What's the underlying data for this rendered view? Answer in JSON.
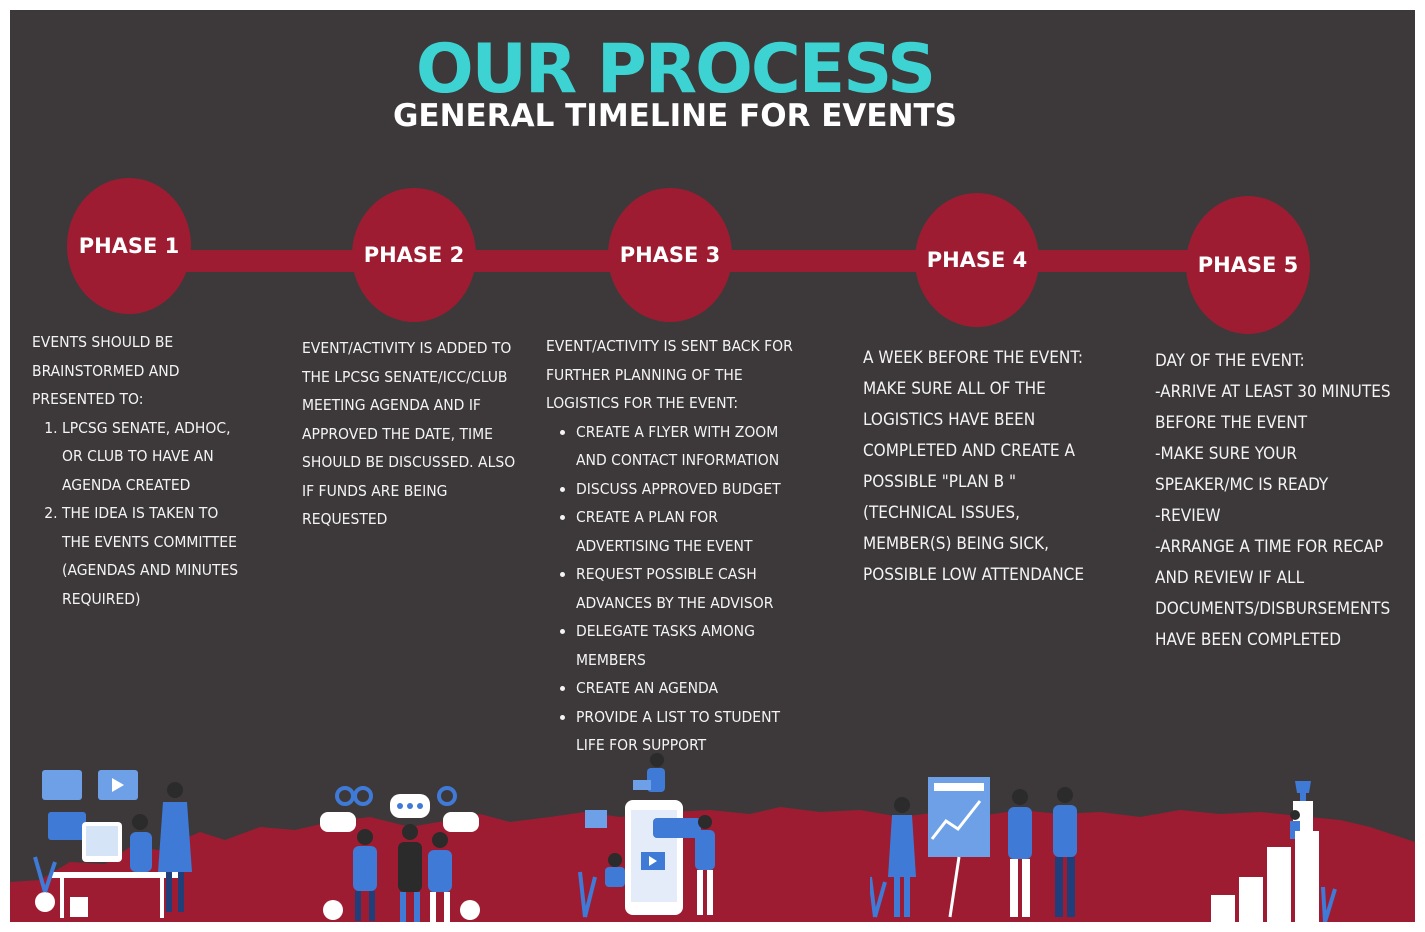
{
  "header": {
    "title": "OUR PROCESS",
    "subtitle": "GENERAL TIMELINE FOR EVENTS"
  },
  "phases": [
    {
      "label": "PHASE 1",
      "intro": "EVENTS SHOULD BE BRAINSTORMED AND PRESENTED TO:",
      "items": [
        "LPCSG SENATE, ADHOC, OR CLUB TO HAVE AN AGENDA CREATED",
        "THE IDEA IS TAKEN TO THE EVENTS COMMITTEE (AGENDAS AND MINUTES REQUIRED)"
      ]
    },
    {
      "label": "PHASE 2",
      "text": "EVENT/ACTIVITY IS ADDED TO THE LPCSG SENATE/ICC/CLUB MEETING AGENDA AND IF APPROVED THE DATE, TIME SHOULD BE DISCUSSED. ALSO IF FUNDS ARE BEING REQUESTED"
    },
    {
      "label": "PHASE 3",
      "intro": "EVENT/ACTIVITY IS SENT BACK FOR FURTHER PLANNING OF THE LOGISTICS FOR THE EVENT:",
      "items": [
        "CREATE A FLYER WITH ZOOM AND CONTACT INFORMATION",
        "DISCUSS APPROVED BUDGET",
        "CREATE A PLAN FOR ADVERTISING THE EVENT",
        "REQUEST POSSIBLE CASH ADVANCES BY THE ADVISOR",
        "DELEGATE TASKS AMONG MEMBERS",
        "CREATE AN AGENDA",
        "PROVIDE A LIST TO  STUDENT LIFE FOR SUPPORT"
      ]
    },
    {
      "label": "PHASE 4",
      "text": "A WEEK BEFORE THE EVENT: MAKE SURE ALL OF THE LOGISTICS HAVE BEEN COMPLETED AND CREATE A POSSIBLE \"PLAN B \" (TECHNICAL ISSUES, MEMBER(S) BEING SICK, POSSIBLE LOW ATTENDANCE"
    },
    {
      "label": "PHASE 5",
      "lines": [
        "DAY OF THE EVENT:",
        "-ARRIVE AT LEAST 30 MINUTES BEFORE THE EVENT",
        "-MAKE SURE YOUR SPEAKER/MC IS READY",
        "-REVIEW",
        "-ARRANGE A TIME FOR RECAP AND REVIEW IF ALL DOCUMENTS/DISBURSEMENTS HAVE BEEN COMPLETED"
      ]
    }
  ],
  "colors": {
    "background": "#3d393a",
    "accent_title": "#3dd3d3",
    "phase_red": "#9e1c31",
    "text": "#f4f4f4",
    "illustration_blue": "#3e7ad6"
  }
}
